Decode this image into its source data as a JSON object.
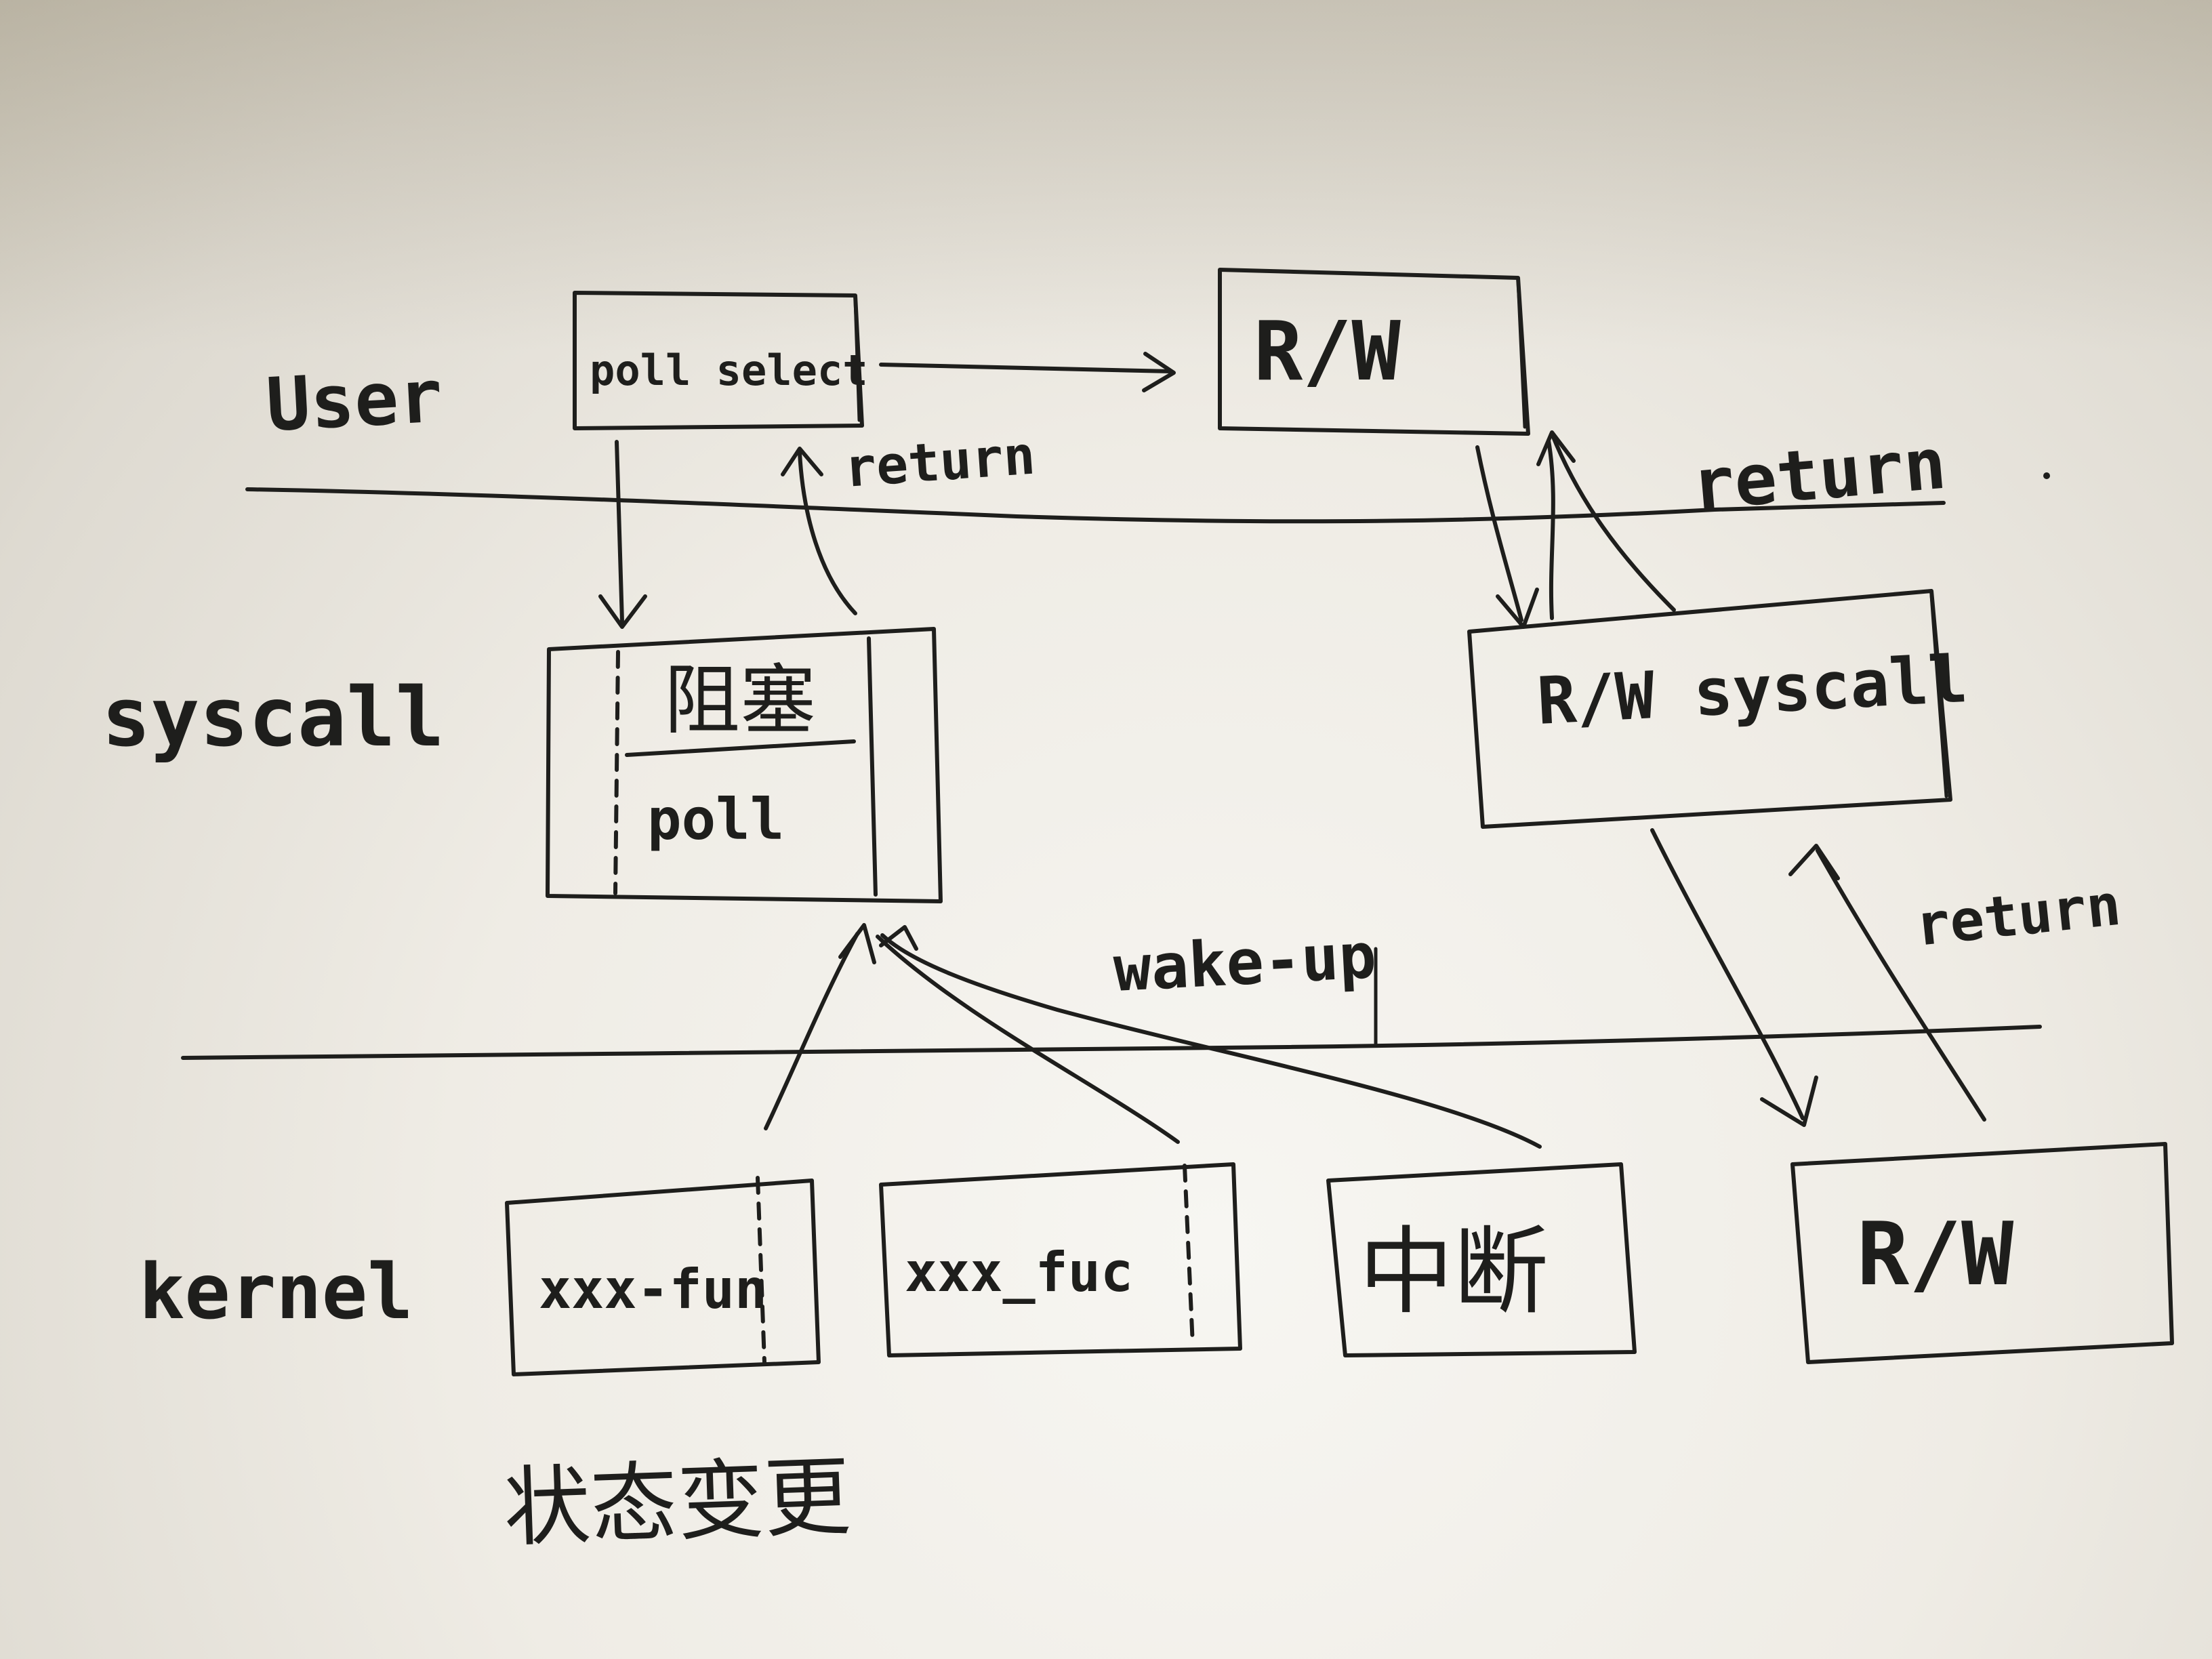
{
  "layers": {
    "user": "User",
    "syscall": "syscall",
    "kernel": "kernel"
  },
  "boxes": {
    "poll_select": "poll select",
    "user_rw": "R/W",
    "blocking_title": "阻塞",
    "blocking_poll": "poll",
    "rw_syscall": "R/W syscall",
    "xxx_fun": "xxx-fun",
    "xxx_fuc": "xxx_fuc",
    "interrupt": "中断",
    "kernel_rw": "R/W"
  },
  "labels": {
    "return_poll": "return",
    "return_rw_user": "return",
    "return_rw_kernel": "return",
    "wake_up": "wake-up",
    "state_change": "状态变更"
  }
}
